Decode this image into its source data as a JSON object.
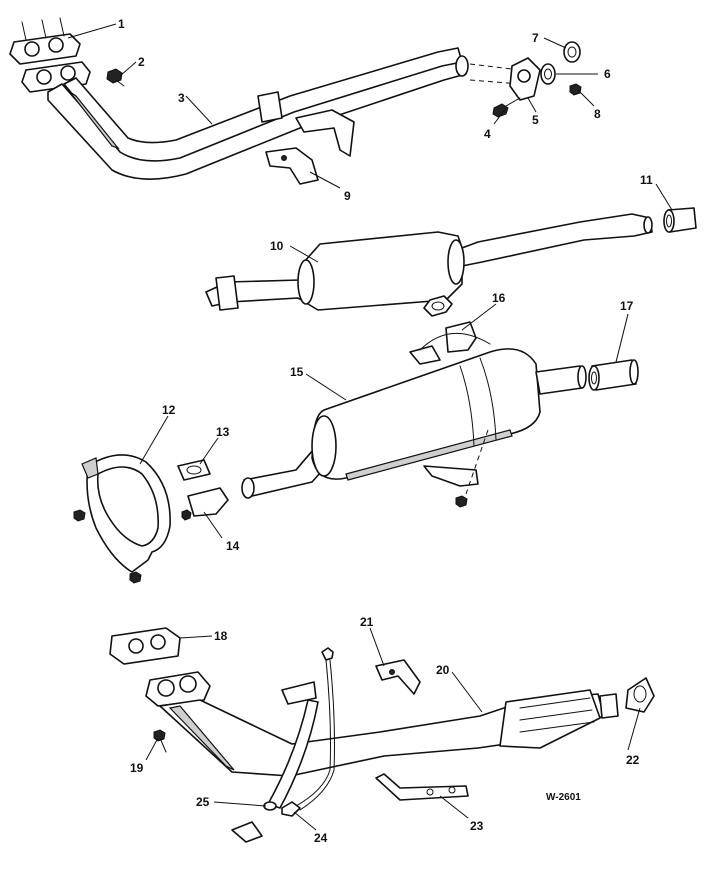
{
  "diagram": {
    "reference_code": "W-2601",
    "callouts": [
      {
        "id": "callout-1",
        "label": "1"
      },
      {
        "id": "callout-2",
        "label": "2"
      },
      {
        "id": "callout-3",
        "label": "3"
      },
      {
        "id": "callout-4",
        "label": "4"
      },
      {
        "id": "callout-5",
        "label": "5"
      },
      {
        "id": "callout-6",
        "label": "6"
      },
      {
        "id": "callout-7",
        "label": "7"
      },
      {
        "id": "callout-8",
        "label": "8"
      },
      {
        "id": "callout-9",
        "label": "9"
      },
      {
        "id": "callout-10",
        "label": "10"
      },
      {
        "id": "callout-11",
        "label": "11"
      },
      {
        "id": "callout-12",
        "label": "12"
      },
      {
        "id": "callout-13",
        "label": "13"
      },
      {
        "id": "callout-14",
        "label": "14"
      },
      {
        "id": "callout-15",
        "label": "15"
      },
      {
        "id": "callout-16",
        "label": "16"
      },
      {
        "id": "callout-17",
        "label": "17"
      },
      {
        "id": "callout-18",
        "label": "18"
      },
      {
        "id": "callout-19",
        "label": "19"
      },
      {
        "id": "callout-20",
        "label": "20"
      },
      {
        "id": "callout-21",
        "label": "21"
      },
      {
        "id": "callout-22",
        "label": "22"
      },
      {
        "id": "callout-23",
        "label": "23"
      },
      {
        "id": "callout-24",
        "label": "24"
      },
      {
        "id": "callout-25",
        "label": "25"
      }
    ]
  }
}
